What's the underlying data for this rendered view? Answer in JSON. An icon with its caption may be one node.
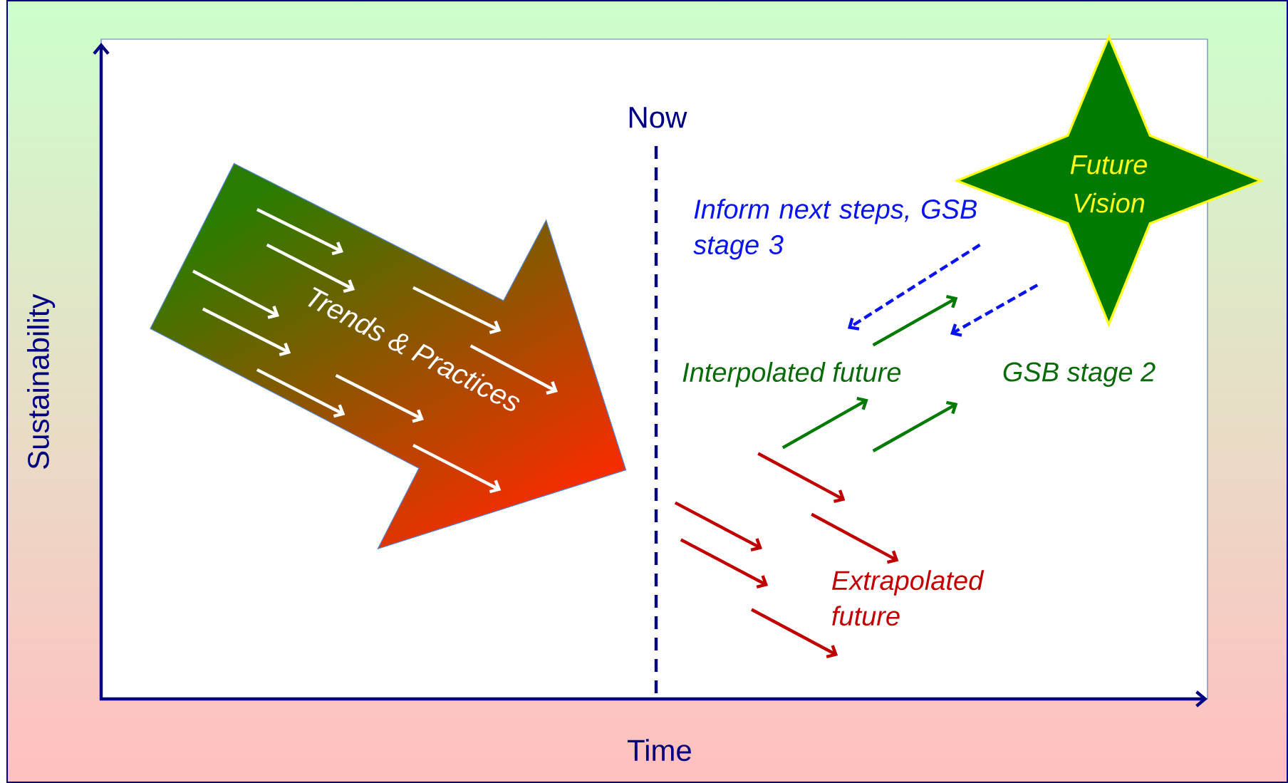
{
  "diagram": {
    "nodes": [
      {
        "text": [
          "Trends & Practices"
        ]
      },
      {
        "text": [
          "Future Vision"
        ]
      }
    ],
    "labels": [
      "Now",
      "Inform next steps, GSB stage 3",
      "Interpolated future",
      "GSB stage 2",
      "Extrapolated future",
      "Sustainability",
      "Time"
    ]
  }
}
